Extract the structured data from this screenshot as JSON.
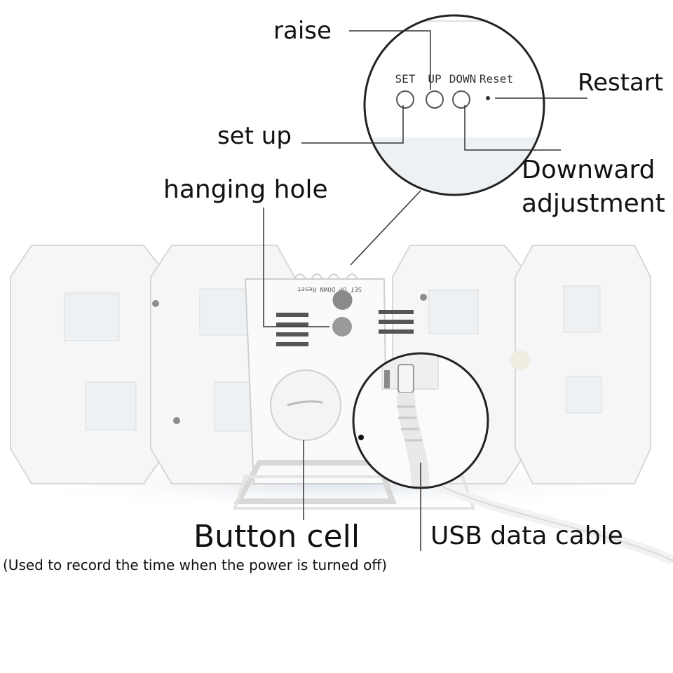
{
  "labels": {
    "raise": "raise",
    "set_up": "set up",
    "hanging_hole": "hanging hole",
    "restart": "Restart",
    "downward_line1": "Downward",
    "downward_line2": "adjustment",
    "button_cell": "Button cell",
    "button_cell_note": "(Used to record the time when the power is turned off)",
    "usb_cable": "USB data cable"
  },
  "device_buttons": {
    "set": "SET",
    "up": "UP",
    "down": "DOWN",
    "reset": "Reset"
  },
  "mirrored_strip": "SET UP DOWN Reset",
  "colors": {
    "body": "#f7f7f7",
    "edge": "#d9d9d9",
    "window": "#eef1f4",
    "line": "#333333",
    "text": "#111111"
  }
}
